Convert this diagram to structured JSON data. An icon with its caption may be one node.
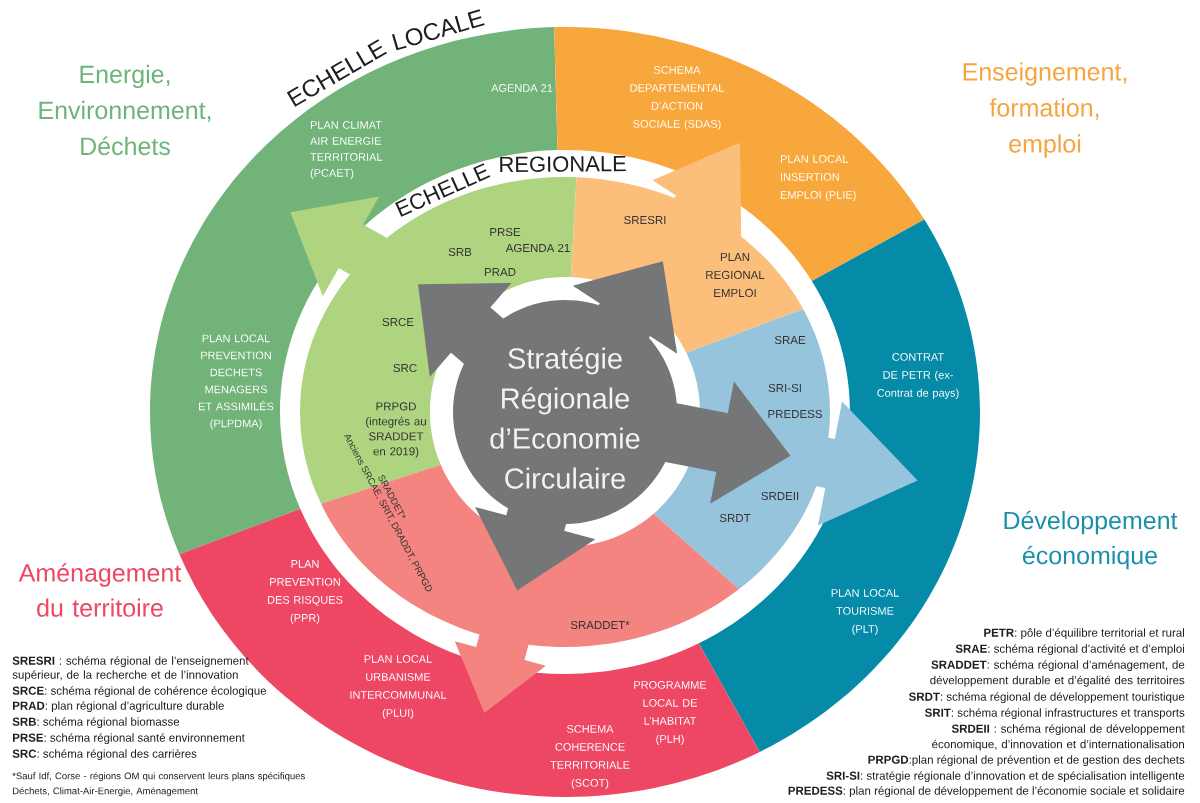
{
  "diagram": {
    "nodes": [
      {
        "text": [
          "Stratégie Régionale d’Economie Circulaire"
        ]
      },
      {
        "text": [
          "PRSE",
          "SRB",
          "AGENDA 21",
          "PRAD",
          "SRCE",
          "SRC",
          "PRPGD (integrés au SRADDET en 2019)"
        ]
      },
      {
        "text": [
          "SRESRI",
          "PLAN REGIONAL EMPLOI"
        ]
      },
      {
        "text": [
          "SRAE",
          "SRI-SI",
          "PREDESS",
          "SRDEII",
          "SRDT"
        ]
      },
      {
        "text": [
          "SRADDET*",
          "Anciens SRCAE, SRIT, DRADDT, PRPGD",
          "SRADDET*"
        ]
      },
      {
        "text": [
          "Energie, Environnement, Déchets",
          "PLAN CLIMAT AIR ENERGIE TERRITORIAL (PCAET)",
          "AGENDA 21",
          "PLAN LOCAL PREVENTION DECHETS MENAGERS ET ASSIMILÉS (PLPDMA)"
        ]
      },
      {
        "text": [
          "SCHEMA DEPARTEMENTAL D’ACTION SOCIALE (SDAS)",
          "PLAN LOCAL INSERTION EMPLOI (PLIE)",
          "Enseignement, formation, emploi"
        ]
      },
      {
        "text": [
          "CONTRAT DE PETR (ex-Contrat de pays)",
          "PLAN LOCAL TOURISME (PLT)",
          "Développement économique"
        ]
      },
      {
        "text": [
          "Aménagement du territoire",
          "PLAN PREVENTION DES RISQUES (PPR)",
          "PLAN LOCAL URBANISME INTERCOMMUNAL (PLUI)",
          "SCHEMA COHERENCE TERRITORIALE (SCOT)",
          "PROGRAMME LOCAL DE L’HABITAT (PLH)"
        ]
      }
    ],
    "edges": [
      {
        "from": 0,
        "to": 1,
        "arrow": "to"
      },
      {
        "from": 0,
        "to": 2,
        "arrow": "to"
      },
      {
        "from": 0,
        "to": 3,
        "arrow": "to"
      },
      {
        "from": 0,
        "to": 4,
        "arrow": "to"
      },
      {
        "from": 1,
        "to": 5,
        "arrow": "to",
        "color": "#aed47f"
      },
      {
        "from": 2,
        "to": 6,
        "arrow": "to",
        "color": "#fcbf7b"
      },
      {
        "from": 3,
        "to": 7,
        "arrow": "to",
        "color": "#97c4dd"
      },
      {
        "from": 4,
        "to": 8,
        "arrow": "to",
        "color": "#f3847f"
      }
    ],
    "labels": [
      "ECHELLE LOCALE",
      "ECHELLE REGIONALE",
      "**SRESRI** : schéma régional de l’enseignement supérieur, de la recherche et de l’innovation",
      "**SRCE**: schéma régional de cohérence écologique",
      "**PRAD**: plan régional d’agriculture durable",
      "**SRB**: schéma régional biomasse",
      "**PRSE**: schéma régional santé environnement",
      "**SRC**: schéma régional des carrières",
      "*Sauf Idf, Corse - régions OM qui conservent leurs plans spécifiques Déchets, Climat-Air-Energie, Aménagement",
      "**PETR**: pôle d’équilibre territorial et rural",
      "**SRAE**: schéma régional d’activité et d’emploi",
      "**SRADDET**: schéma régional d’aménagement, de développement durable et d’égalité des territoires",
      "**SRDT**: schéma régional de développement touristique",
      "**SRIT**: schéma régional infrastructures et transports",
      "**SRDEII** : schéma régional de développement économique, d’innovation et d’internationalisation",
      "**PRPGD**:plan régional de prévention et de gestion des dechets",
      "**SRI-SI**: stratégie régionale d’innovation et de spécialisation intelligente",
      "**PREDESS**: plan régional de développement de l’économie sociale et solidaire"
    ]
  }
}
